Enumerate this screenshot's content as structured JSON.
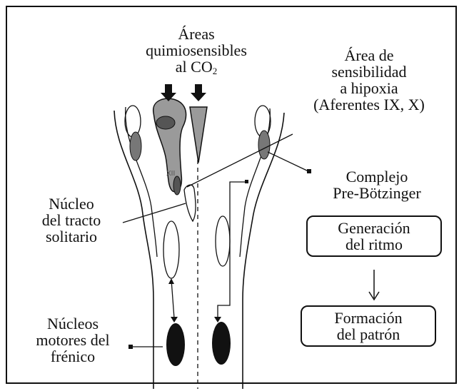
{
  "labels": {
    "co2_areas": {
      "line1": "Áreas",
      "line2": "quimiosensibles",
      "line3_prefix": "al CO",
      "line3_sub": "2"
    },
    "hypoxia_area": {
      "line1": "Área de",
      "line2": "sensibilidad",
      "line3": "a hipoxia",
      "line4": "(Aferentes IX, X)"
    },
    "pre_botzinger": {
      "line1": "Complejo",
      "line2": "Pre-Bötzinger"
    },
    "solitary_tract": {
      "line1": "Núcleo",
      "line2": "del tracto",
      "line3": "solitario"
    },
    "phrenic_motor": {
      "line1": "Núcleos",
      "line2": "motores del",
      "line3": "frénico"
    },
    "xii_marker": "XII"
  },
  "boxes": {
    "rhythm": {
      "line1": "Generación",
      "line2": "del ritmo"
    },
    "pattern": {
      "line1": "Formación",
      "line2": "del patrón"
    }
  },
  "colors": {
    "ink": "#111111",
    "gray_fill": "#9a9a9a",
    "dark_gray": "#555555",
    "background": "#ffffff"
  }
}
